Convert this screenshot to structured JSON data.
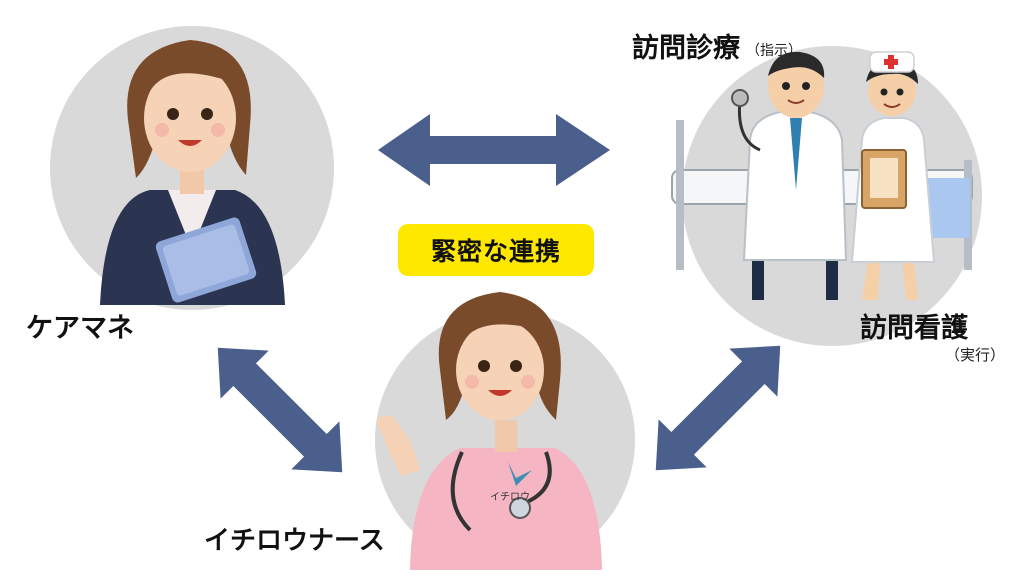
{
  "colors": {
    "arrow": "#4a5f8c",
    "circle": "#d9d9d9",
    "badge": "#ffe800"
  },
  "labels": {
    "caremane": "ケアマネ",
    "ichirou_nurse": "イチロウナース",
    "shinryo": "訪問診療",
    "shinryo_sub": "（指示）",
    "kango": "訪問看護",
    "kango_sub": "（実行）",
    "cooperation": "緊密な連携",
    "logo_text": "イチロウ"
  },
  "icons": [
    "care-manager-illustration",
    "nurse-illustration",
    "doctor-illustration",
    "visiting-nurse-illustration",
    "hospital-bed-illustration"
  ]
}
